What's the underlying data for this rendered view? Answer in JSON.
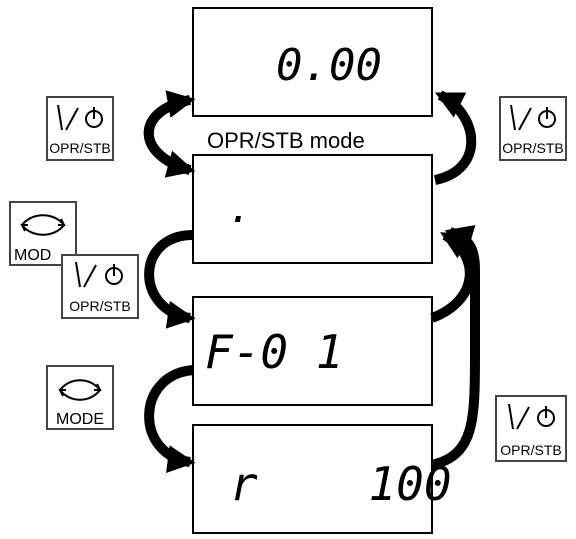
{
  "displays": {
    "display_1": "0.00",
    "display_2": ".",
    "display_3": "F-0 1",
    "display_4": "r    100"
  },
  "mode_label": "OPR/STB mode",
  "buttons": {
    "opr_stb_label": "OPR/STB",
    "mode_label": "MODE",
    "mode_partial_label": "MOD",
    "power_icon_glyph": "|/⏻"
  },
  "icons": [
    "power-toggle-icon",
    "mode-cycle-icon"
  ]
}
